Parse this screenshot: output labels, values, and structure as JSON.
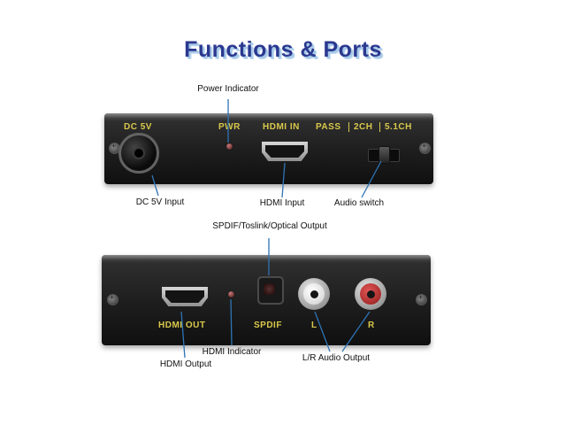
{
  "title": "Functions & Ports",
  "top_device": {
    "panel_labels": {
      "dc5v": "DC 5V",
      "pwr": "PWR",
      "hdmi_in": "HDMI IN",
      "pass": "PASS",
      "ch2": "2CH",
      "ch51": "5.1CH"
    },
    "annotations": {
      "power_indicator": "Power Indicator",
      "dc_input": "DC 5V Input",
      "hdmi_input": "HDMI Input",
      "audio_switch": "Audio switch"
    }
  },
  "bottom_device": {
    "panel_labels": {
      "hdmi_out": "HDMI OUT",
      "spdif": "SPDIF",
      "l": "L",
      "r": "R"
    },
    "annotations": {
      "spdif_output": "SPDIF/Toslink/Optical Output",
      "hdmi_indicator": "HDMI Indicator",
      "hdmi_output": "HDMI Output",
      "lr_output": "L/R Audio Output"
    }
  },
  "colors": {
    "title_blue": "#2b3990",
    "title_shadow": "#a5c8e8",
    "panel_text_yellow": "#d9c94b",
    "leader_line_blue": "#2e74b5",
    "rca_red": "#8f1b1b",
    "rca_white": "#ffffff"
  }
}
